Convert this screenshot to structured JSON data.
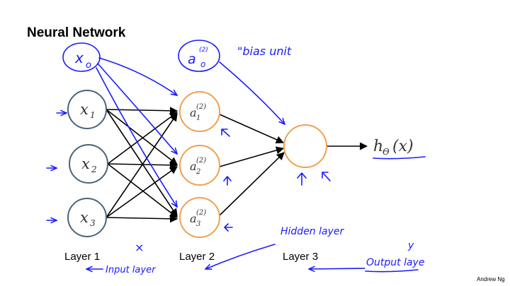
{
  "slide": {
    "title": "Neural Network",
    "credit": "Andrew Ng"
  },
  "layers": {
    "layer1": "Layer 1",
    "layer2": "Layer 2",
    "layer3": "Layer 3"
  },
  "nodes": {
    "input": [
      "x",
      "x",
      "x"
    ],
    "input_sub": [
      "1",
      "2",
      "3"
    ],
    "hidden": [
      "a",
      "a",
      "a"
    ],
    "hidden_sup": [
      "(2)",
      "(2)",
      "(2)"
    ],
    "hidden_sub": [
      "1",
      "2",
      "3"
    ],
    "output": "h",
    "output_sub": "Θ",
    "output_arg": "(x)"
  },
  "annotations": {
    "bias_input": "x",
    "bias_input_sub": "o",
    "bias_hidden": "a",
    "bias_hidden_sup": "(2)",
    "bias_hidden_sub": "o",
    "bias_unit": "\"bias unit",
    "hidden_layer": "Hidden layer",
    "input_layer": "Input layer",
    "output_layer": "Output laye",
    "y_mark": "y",
    "x_mark": "×"
  },
  "colors": {
    "input_node": "#4a6478",
    "hidden_node": "#f0a050",
    "ink": "#1a1aff"
  }
}
